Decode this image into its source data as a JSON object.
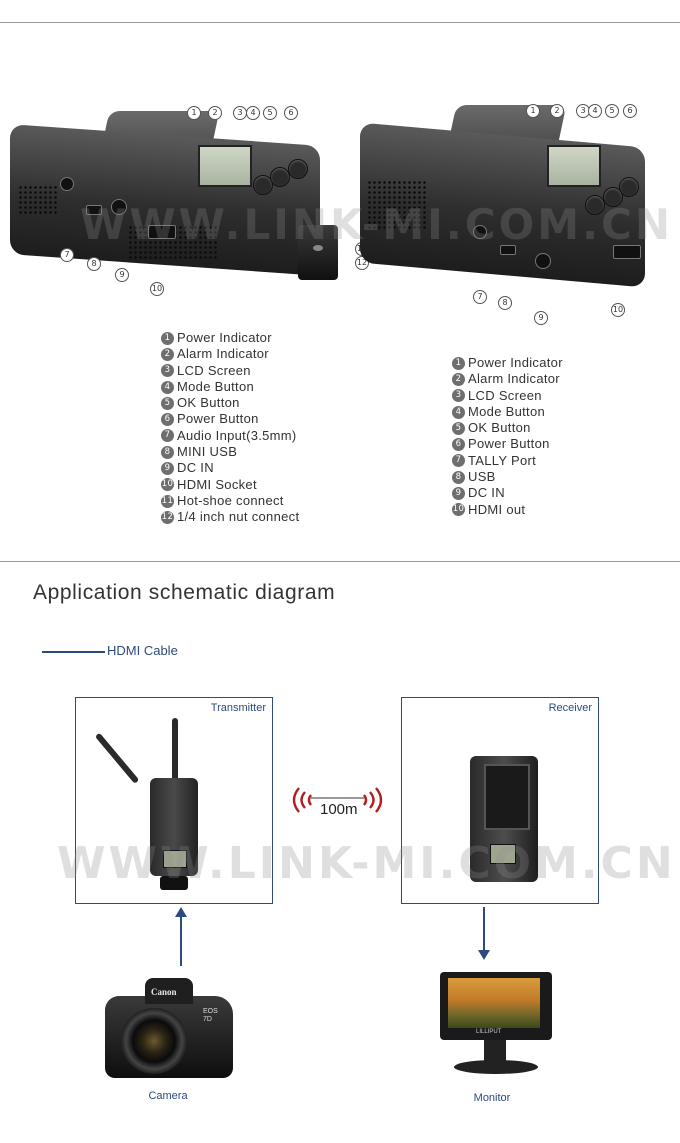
{
  "brand": {
    "watermark": "WWW.LINK-MI.COM.CN",
    "accent_color": "#2b4a80"
  },
  "transmitter_parts": {
    "items": [
      {
        "num": "1",
        "label": "Power Indicator"
      },
      {
        "num": "2",
        "label": "Alarm Indicator"
      },
      {
        "num": "3",
        "label": "LCD Screen"
      },
      {
        "num": "4",
        "label": "Mode Button"
      },
      {
        "num": "5",
        "label": "OK Button"
      },
      {
        "num": "6",
        "label": "Power Button"
      },
      {
        "num": "7",
        "label": "Audio Input(3.5mm)"
      },
      {
        "num": "8",
        "label": "MINI USB"
      },
      {
        "num": "9",
        "label": "DC IN"
      },
      {
        "num": "10",
        "label": "HDMI Socket"
      },
      {
        "num": "11",
        "label": "Hot-shoe connect"
      },
      {
        "num": "12",
        "label": "1/4 inch nut connect"
      }
    ]
  },
  "receiver_parts": {
    "items": [
      {
        "num": "1",
        "label": "Power Indicator"
      },
      {
        "num": "2",
        "label": "Alarm Indicator"
      },
      {
        "num": "3",
        "label": "LCD Screen"
      },
      {
        "num": "4",
        "label": "Mode Button"
      },
      {
        "num": "5",
        "label": "OK Button"
      },
      {
        "num": "6",
        "label": "Power Button"
      },
      {
        "num": "7",
        "label": "TALLY Port"
      },
      {
        "num": "8",
        "label": "USB"
      },
      {
        "num": "9",
        "label": "DC IN"
      },
      {
        "num": "10",
        "label": "HDMI out"
      }
    ]
  },
  "schematic": {
    "title": "Application schematic diagram",
    "legend_label": "HDMI Cable",
    "transmitter_label": "Transmitter",
    "receiver_label": "Receiver",
    "distance": "100m",
    "camera_label": "Camera",
    "monitor_label": "Monitor",
    "camera_brand": "Canon",
    "camera_model": "EOS 7D",
    "monitor_brand": "LILLIPUT"
  }
}
